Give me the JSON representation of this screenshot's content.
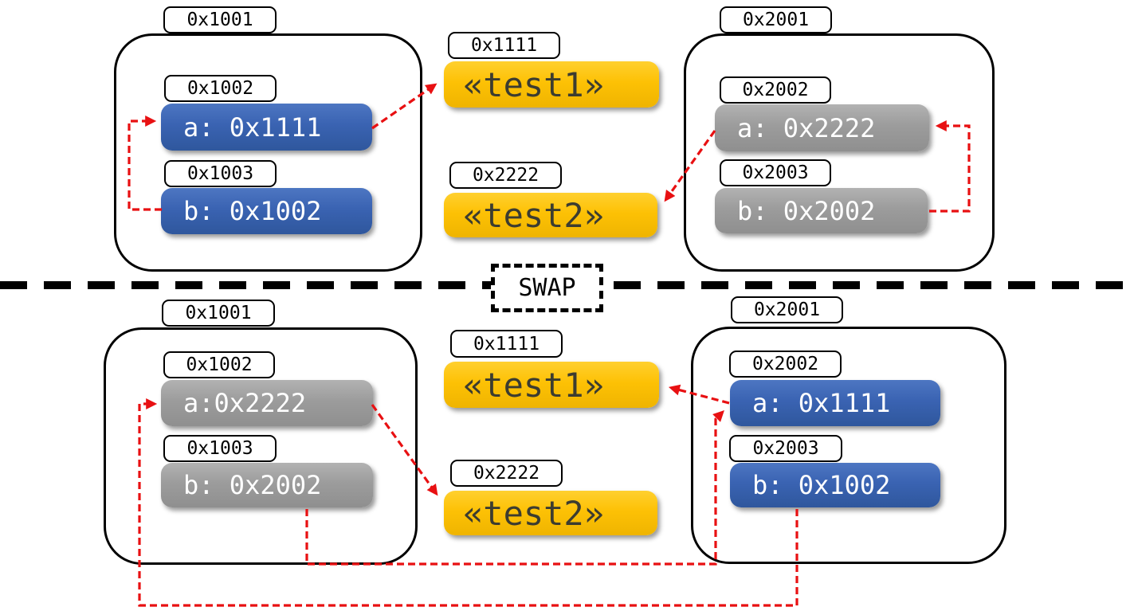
{
  "diagram_title": "pointer swap memory diagram",
  "colors": {
    "slot_blue": "#3a63b2",
    "slot_gray": "#9c9c9c",
    "string_yellow": "#fdc105",
    "arrow_red": "#e81012",
    "line_black": "#000000"
  },
  "divider": {
    "label": "SWAP"
  },
  "before": {
    "obj1": {
      "address": "0x1001",
      "slot_a": {
        "address": "0x1002",
        "value": "a: 0x1111",
        "style": "blue"
      },
      "slot_b": {
        "address": "0x1003",
        "value": "b: 0x1002",
        "style": "blue"
      }
    },
    "str1": {
      "address": "0x1111",
      "value": "«test1»"
    },
    "str2": {
      "address": "0x2222",
      "value": "«test2»"
    },
    "obj2": {
      "address": "0x2001",
      "slot_a": {
        "address": "0x2002",
        "value": "a: 0x2222",
        "style": "gray"
      },
      "slot_b": {
        "address": "0x2003",
        "value": "b: 0x2002",
        "style": "gray"
      }
    }
  },
  "after": {
    "obj1": {
      "address": "0x1001",
      "slot_a": {
        "address": "0x1002",
        "value": "a:0x2222",
        "style": "gray"
      },
      "slot_b": {
        "address": "0x1003",
        "value": "b: 0x2002",
        "style": "gray"
      }
    },
    "str1": {
      "address": "0x1111",
      "value": "«test1»"
    },
    "str2": {
      "address": "0x2222",
      "value": "«test2»"
    },
    "obj2": {
      "address": "0x2001",
      "slot_a": {
        "address": "0x2002",
        "value": "a: 0x1111",
        "style": "blue"
      },
      "slot_b": {
        "address": "0x2003",
        "value": "b: 0x1002",
        "style": "blue"
      }
    }
  }
}
